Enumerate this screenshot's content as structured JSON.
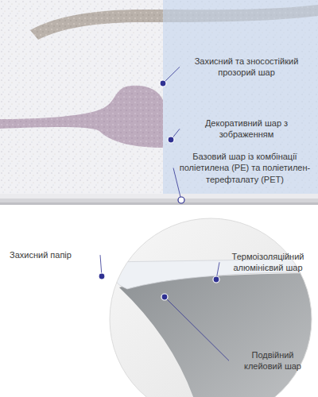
{
  "diagram": {
    "labels": [
      "Захисний та зносостійкий прозорий шар",
      "Декоративний шар з зображенням",
      "Базовий шар із комбінації поліетилена (PE) та поліетилен-терефталату (PET)",
      "Захисний папір",
      "Термоізоляційний алюмінієвий шар",
      "Подвійний клейовий шар"
    ]
  }
}
